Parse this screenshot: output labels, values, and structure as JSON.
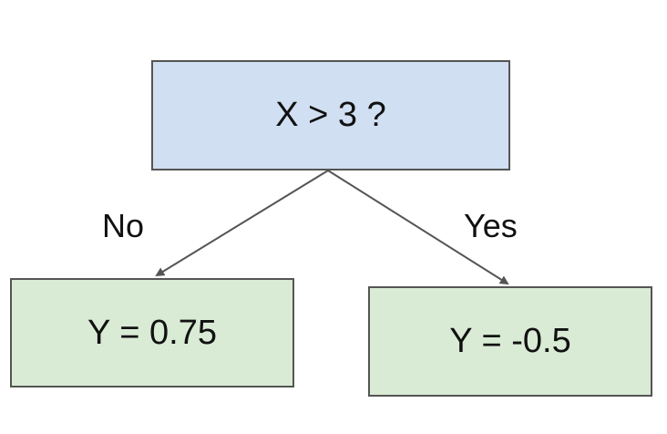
{
  "decision_node": {
    "text": "X > 3 ?"
  },
  "branches": {
    "no_label": "No",
    "yes_label": "Yes"
  },
  "leaves": {
    "no": "Y = 0.75",
    "yes": "Y = -0.5"
  },
  "colors": {
    "decision_fill": "#d0dff2",
    "leaf_fill": "#d9ebd4",
    "border": "#555555",
    "arrow": "#555555",
    "text": "#111111"
  }
}
